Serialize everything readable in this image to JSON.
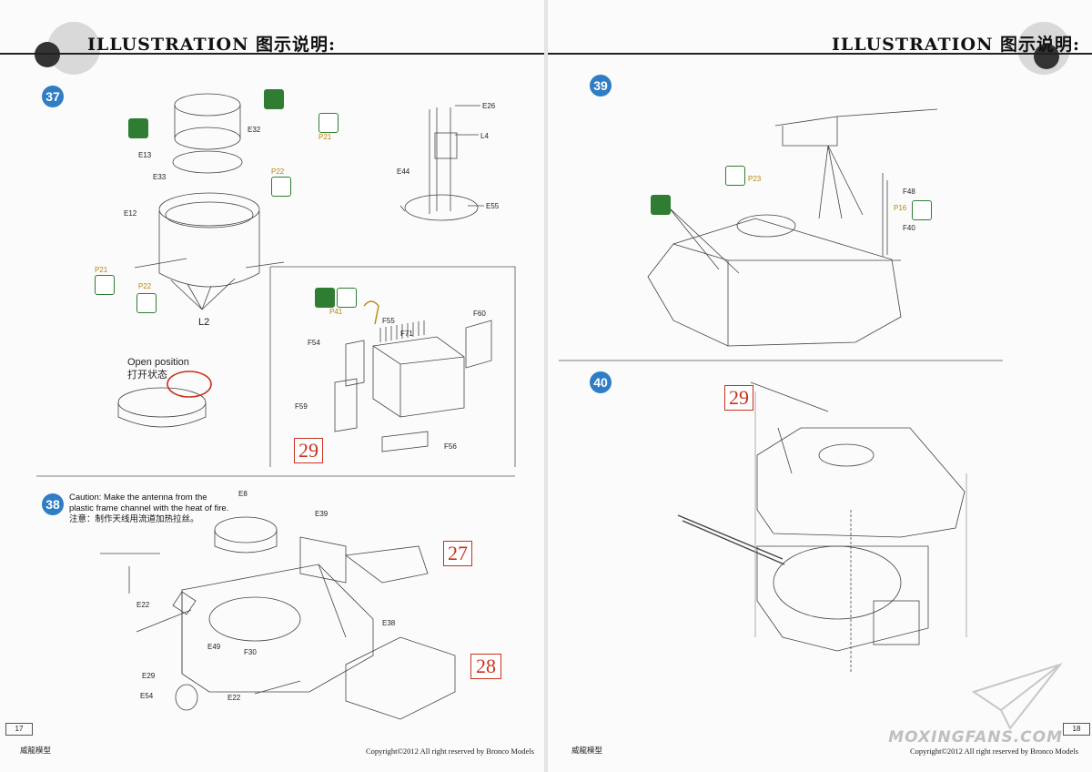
{
  "header": {
    "left_title": "ILLUSTRATION 图示说明:",
    "right_title": "ILLUSTRATION 图示说明:"
  },
  "steps": {
    "s37": "37",
    "s38": "38",
    "s39": "39",
    "s40": "40"
  },
  "refs": {
    "r29a": "29",
    "r27": "27",
    "r28": "28",
    "r29b": "29"
  },
  "labels": {
    "E32": "E32",
    "E13": "E13",
    "E33": "E33",
    "E12": "E12",
    "P21a": "P21",
    "P22a": "P22",
    "P21b": "P21",
    "P22b": "P22",
    "L2": "L2",
    "E26": "E26",
    "L4": "L4",
    "E44": "E44",
    "E55": "E55",
    "P41": "P41",
    "F55": "F55",
    "F60": "F60",
    "F54": "F54",
    "F71": "F71",
    "F59": "F59",
    "F56": "F56",
    "E8": "E8",
    "E39": "E39",
    "E22a": "E22",
    "E49": "E49",
    "E29": "E29",
    "E54": "E54",
    "F30": "F30",
    "E22b": "E22",
    "E38": "E38",
    "P23": "P23",
    "F48": "F48",
    "P16": "P16",
    "F40": "F40"
  },
  "open_position": {
    "en": "Open position",
    "cn": "打开状态"
  },
  "caution": {
    "en1": "Caution: Make the antenna from the",
    "en2": "plastic frame channel with the heat of fire.",
    "cn": "注意：制作天线用流道加热拉丝。"
  },
  "footer": {
    "left_page": "17",
    "right_page": "18",
    "left_brand": "威龍模型",
    "left_copyright": "Copyright©2012  All right reserved by Bronco Models",
    "right_brand": "威龍模型",
    "right_copyright": "Copyright©2012  All right reserved by Bronco Models"
  },
  "watermark": "MOXINGFANS.COM",
  "colors": {
    "step_blue": "#2f7dc4",
    "ref_red": "#c8321e",
    "icon_green": "#2e7d32",
    "part_gold": "#b8860b"
  }
}
